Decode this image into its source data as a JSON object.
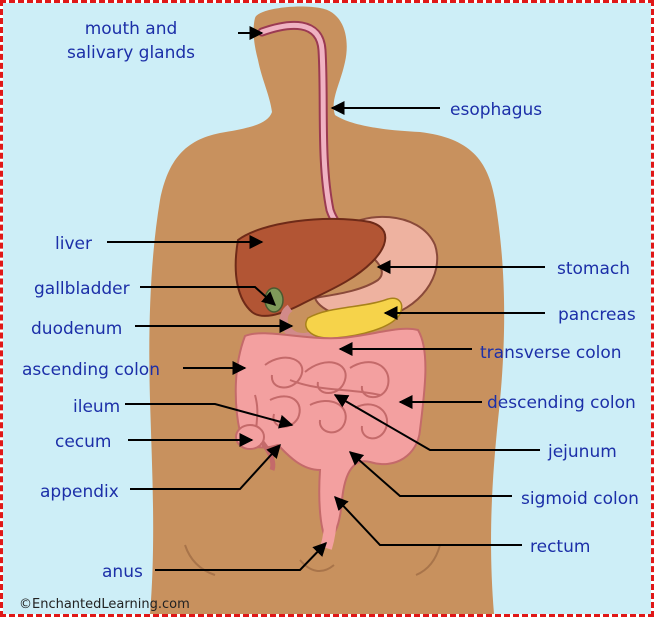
{
  "colors": {
    "background": "#cdeef7",
    "skin": "#c8915e",
    "label_text": "#1c2fa8",
    "border": "#e01818",
    "liver": "#b25534",
    "intestine": "#f3a0a0",
    "pancreas": "#f6d34a"
  },
  "labels": {
    "mouth": "mouth and\nsalivary glands",
    "esophagus": "esophagus",
    "liver": "liver",
    "stomach": "stomach",
    "gallbladder": "gallbladder",
    "pancreas": "pancreas",
    "duodenum": "duodenum",
    "transverse_colon": "transverse colon",
    "ascending_colon": "ascending colon",
    "descending_colon": "descending colon",
    "ileum": "ileum",
    "jejunum": "jejunum",
    "cecum": "cecum",
    "appendix": "appendix",
    "sigmoid_colon": "sigmoid colon",
    "rectum": "rectum",
    "anus": "anus"
  },
  "credit": "©EnchantedLearning.com"
}
